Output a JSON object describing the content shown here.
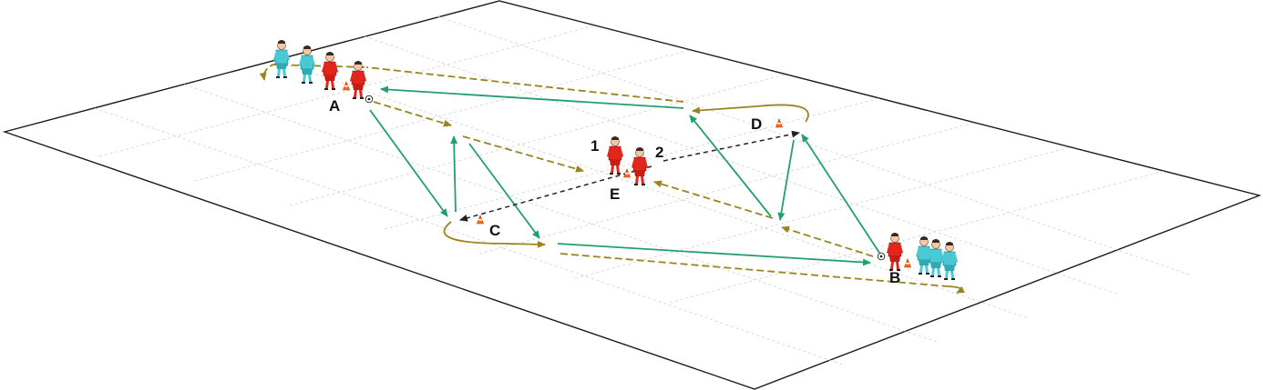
{
  "diagram": {
    "positions": [
      {
        "id": "A",
        "label": "A"
      },
      {
        "id": "B",
        "label": "B"
      },
      {
        "id": "C",
        "label": "C"
      },
      {
        "id": "D",
        "label": "D"
      },
      {
        "id": "E",
        "label": "E"
      }
    ],
    "player_numbers": [
      {
        "id": "p1",
        "label": "1"
      },
      {
        "id": "p2",
        "label": "2"
      }
    ],
    "colors": {
      "field_line": "#1a1a1a",
      "grid_line": "#cfcfcf",
      "pass_arrow": "#22a06b",
      "run_arrow": "#9a8420",
      "dribble_arrow": "#222222",
      "team_red": "#e3261c",
      "team_cyan": "#49c9d3",
      "cone": "#ff6a1a"
    },
    "legend_semantics": {
      "pass_arrow": "solid-green",
      "run_arrow": "dashed-olive",
      "ball_path": "dashed-black"
    }
  }
}
